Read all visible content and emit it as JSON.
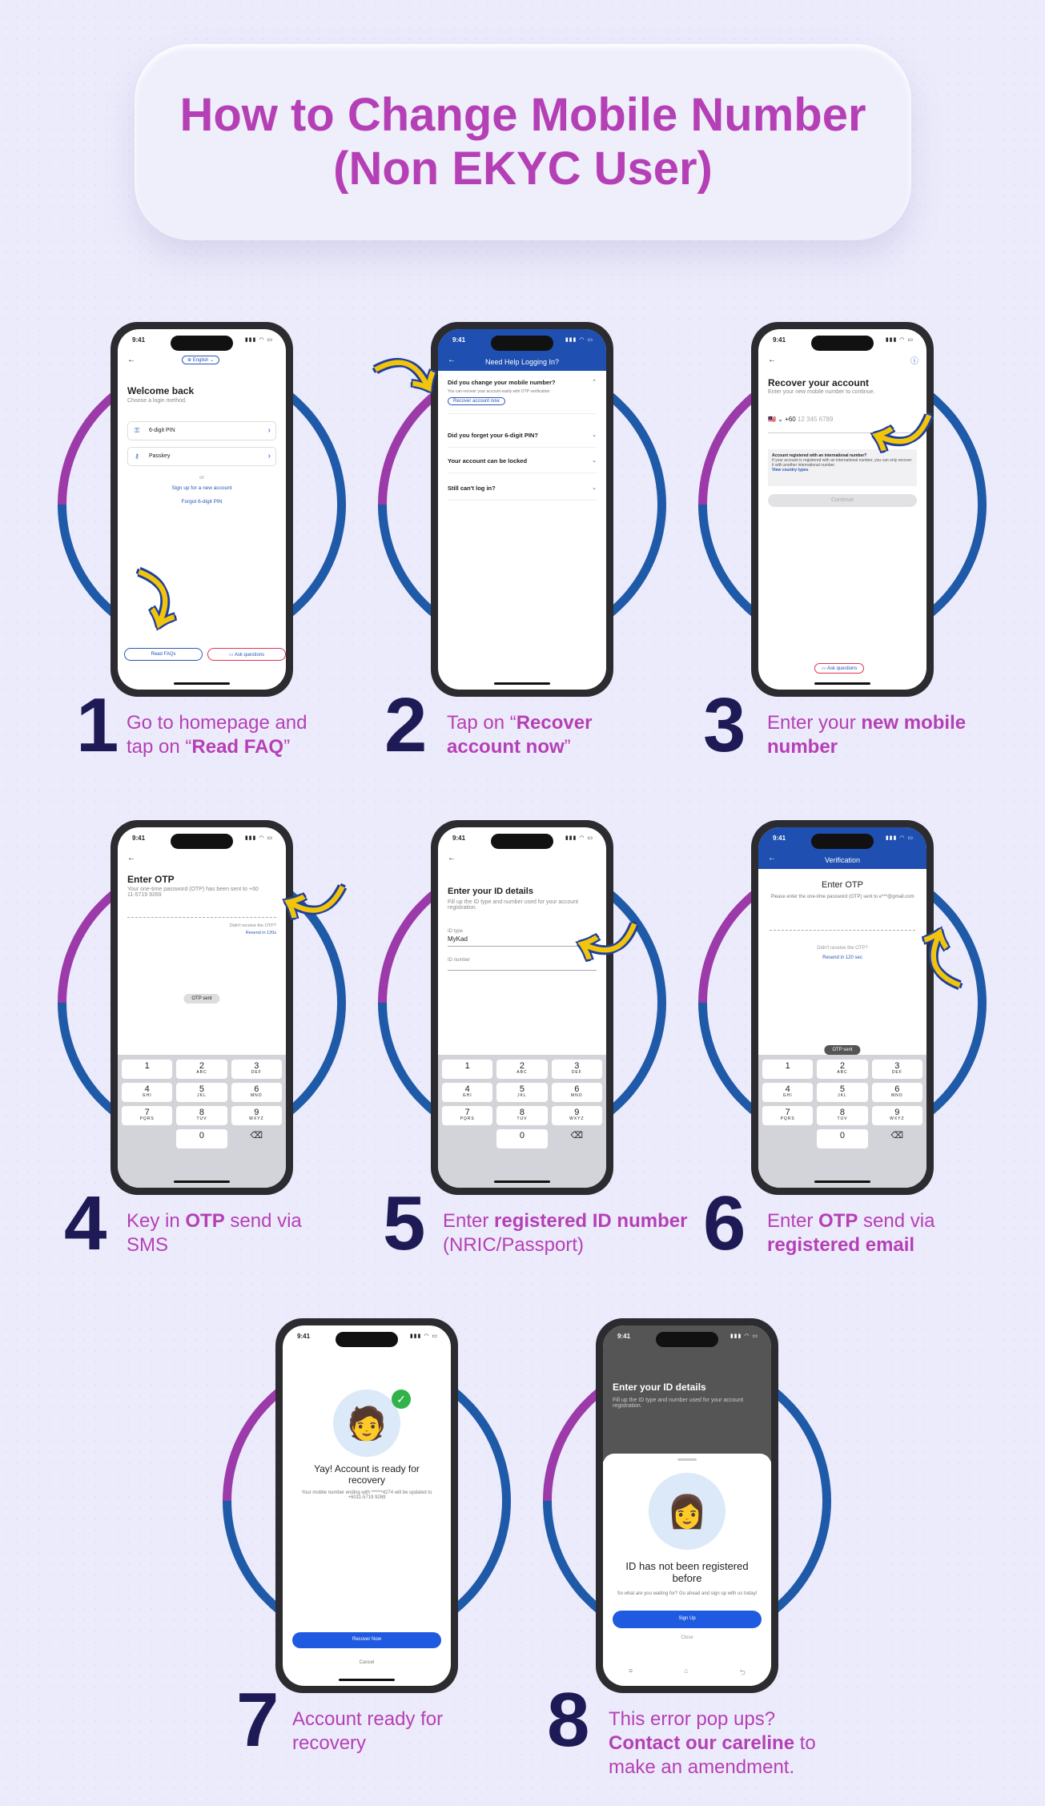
{
  "title": {
    "line1": "How to Change Mobile Number",
    "line2": "(Non EKYC User)"
  },
  "common": {
    "time": "9:41",
    "signal": "▮▮▮ ◠ ▭"
  },
  "steps": [
    {
      "number": "1",
      "caption_plain": "Go to homepage and tap on “",
      "caption_bold": "Read FAQ",
      "caption_end": "”"
    },
    {
      "number": "2",
      "caption_plain": "Tap on “",
      "caption_bold": "Recover account now",
      "caption_end": "”"
    },
    {
      "number": "3",
      "caption_plain": "Enter your ",
      "caption_bold": "new mobile number",
      "caption_end": ""
    },
    {
      "number": "4",
      "caption_plain": "Key in ",
      "caption_bold": "OTP",
      "caption_end": " send via SMS"
    },
    {
      "number": "5",
      "caption_plain": "Enter ",
      "caption_bold": "registered ID number",
      "caption_end": " (NRIC/Passport)"
    },
    {
      "number": "6",
      "caption_plain": "Enter ",
      "caption_bold": "OTP",
      "caption_mid": " send via ",
      "caption_bold2": "registered email"
    },
    {
      "number": "7",
      "caption_plain": "Account ready for recovery"
    },
    {
      "number": "8",
      "caption_plain": "This error pop ups?",
      "caption_bold": "Contact our careline",
      "caption_end": " to make an amendment."
    }
  ],
  "s1": {
    "lang": "English",
    "heading": "Welcome back",
    "sub": "Choose a login method.",
    "opt1": "6-digit PIN",
    "opt2": "Passkey",
    "or": "or",
    "link1": "Sign up for a new account",
    "link2": "Forgot 6-digit PIN",
    "faq": "Read FAQs",
    "ask": "Ask questions"
  },
  "s2": {
    "bar": "Need Help Logging In?",
    "q1": "Did you change your mobile number?",
    "a1": "You can recover your account easily with OTP verification.",
    "btn": "Recover account now",
    "q2": "Did you forget your 6-digit PIN?",
    "q3": "Your account can be locked",
    "q4": "Still can't log in?"
  },
  "s3": {
    "heading": "Recover your account",
    "sub": "Enter your new mobile number to continue.",
    "cc": "+60",
    "ph": "12 345 6789",
    "info_t": "Account registered with an international number?",
    "info_b": "If your account is registered with an international number, you can only recover it with another international number.",
    "info_l": "View country types",
    "cont": "Continue",
    "ask": "Ask questions"
  },
  "s4": {
    "heading": "Enter OTP",
    "sub": "Your one-time password (OTP) has been sent to +60 11-5719 9269",
    "nr": "Didn't receive the OTP?",
    "resend": "Resend in 120s",
    "chip": "OTP sent"
  },
  "s5": {
    "heading": "Enter your ID details",
    "sub": "Fill up the ID type and number used for your account registration.",
    "idt": "ID type",
    "idv": "MyKad",
    "idn": "ID number"
  },
  "s6": {
    "bar": "Verification",
    "heading": "Enter OTP",
    "sub": "Please enter the one-time password (OTP) sent to e***@gmail.com",
    "nr": "Didn't receive the OTP?",
    "resend": "Resend in 120 sec",
    "chip": "OTP sent"
  },
  "s7": {
    "heading": "Yay! Account is ready for recovery",
    "sub": "Your mobile number ending with ******4274 will be updated to +6011-5719 9269",
    "btn": "Recover Now",
    "cancel": "Cancel"
  },
  "s8": {
    "bg_h": "Enter your ID details",
    "bg_s": "Fill up the ID type and number used for your account registration.",
    "heading": "ID has not been registered before",
    "sub": "So what are you waiting for? Go ahead and sign up with us today!",
    "btn": "Sign Up",
    "close": "Close"
  },
  "keypad": [
    [
      "1",
      ""
    ],
    [
      "2",
      "ABC"
    ],
    [
      "3",
      "DEF"
    ],
    [
      "4",
      "GHI"
    ],
    [
      "5",
      "JKL"
    ],
    [
      "6",
      "MNO"
    ],
    [
      "7",
      "PQRS"
    ],
    [
      "8",
      "TUV"
    ],
    [
      "9",
      "WXYZ"
    ]
  ],
  "colors": {
    "accent": "#b540b6",
    "navy": "#1e1a55",
    "blue": "#1f4fb0",
    "arrow": "#f2c40c"
  }
}
